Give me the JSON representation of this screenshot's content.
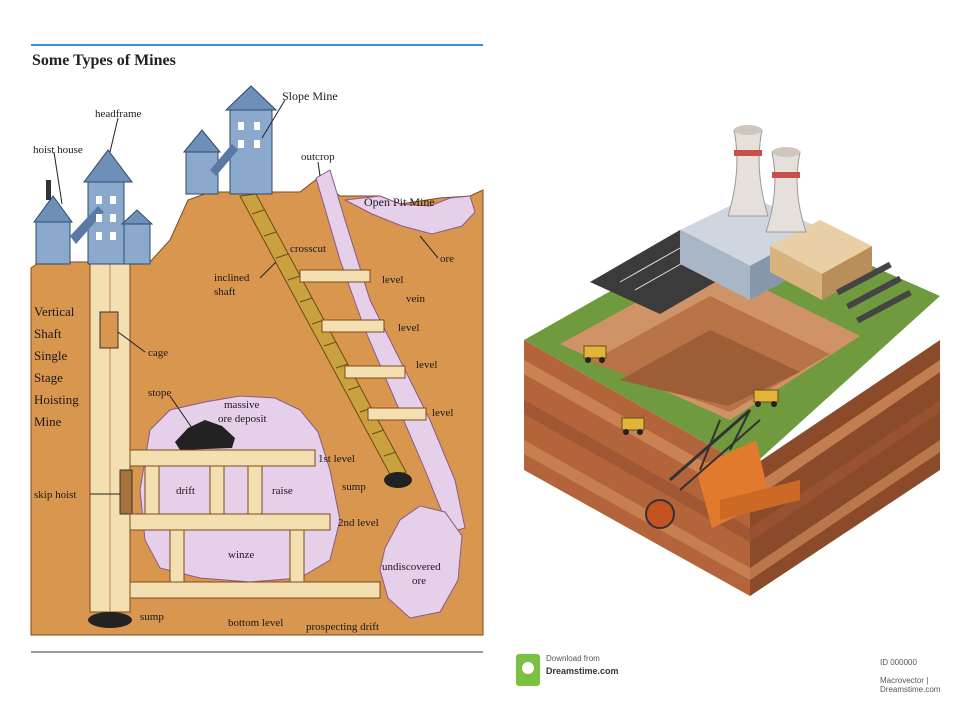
{
  "diagram": {
    "title": "Some Types of Mines",
    "labels": {
      "hoist_house": "hoist house",
      "headframe": "headframe",
      "slope_mine": "Slope Mine",
      "outcrop": "outcrop",
      "open_pit_mine": "Open Pit Mine",
      "ore_top": "ore",
      "crosscut": "crosscut",
      "inclined_shaft_1": "inclined",
      "inclined_shaft_2": "shaft",
      "level_1": "level",
      "vein": "vein",
      "level_2": "level",
      "level_3": "level",
      "level_4": "level",
      "vertical_1": "Vertical",
      "vertical_2": "Shaft",
      "vertical_3": "Single",
      "vertical_4": "Stage",
      "vertical_5": "Hoisting",
      "vertical_6": "Mine",
      "cage": "cage",
      "stope": "stope",
      "massive_1": "massive",
      "massive_2": "ore deposit",
      "first_level": "1st level",
      "sump_right": "sump",
      "skip_hoist": "skip hoist",
      "drift": "drift",
      "raise": "raise",
      "second_level": "2nd level",
      "winze": "winze",
      "undiscovered_1": "undiscovered",
      "undiscovered_2": "ore",
      "sump_bottom": "sump",
      "bottom_level": "bottom level",
      "prospecting_drift": "prospecting drift"
    }
  },
  "illustration": {
    "watermark_line1": "Download from",
    "watermark_line2": "Dreamstime.com",
    "watermark_id": "ID 000000",
    "watermark_author": "Macrovector | Dreamstime.com"
  },
  "colors": {
    "ground": "#d9964f",
    "tunnel": "#f4dfb0",
    "ore": "#e6cfe9",
    "building": "#8aa9cc",
    "sky_line": "#3a8fd6"
  }
}
